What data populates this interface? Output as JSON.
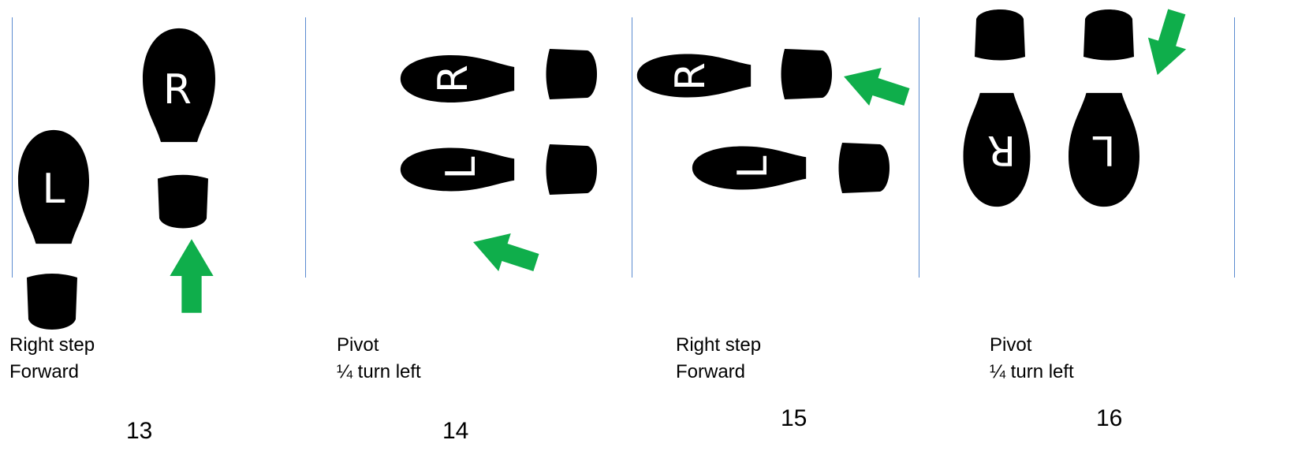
{
  "colors": {
    "footprint": "#000000",
    "arrow": "#0fae4b",
    "divider": "#5b8bd0",
    "letter": "#ffffff"
  },
  "icons": [
    "right-foot-icon",
    "left-foot-icon",
    "heel-icon",
    "direction-arrow-icon"
  ],
  "steps": [
    {
      "number": "13",
      "caption_line1": "Right step",
      "caption_line2": "Forward",
      "feet": [
        {
          "letter": "L"
        },
        {
          "letter": "R"
        }
      ]
    },
    {
      "number": "14",
      "caption_line1": "Pivot",
      "caption_line2": "¼ turn left",
      "feet": [
        {
          "letter": "R"
        },
        {
          "letter": "L"
        }
      ]
    },
    {
      "number": "15",
      "caption_line1": "Right step",
      "caption_line2": "Forward",
      "feet": [
        {
          "letter": "R"
        },
        {
          "letter": "L"
        }
      ]
    },
    {
      "number": "16",
      "caption_line1": "Pivot",
      "caption_line2": "¼ turn left",
      "feet": [
        {
          "letter": "R"
        },
        {
          "letter": "L"
        }
      ]
    }
  ]
}
